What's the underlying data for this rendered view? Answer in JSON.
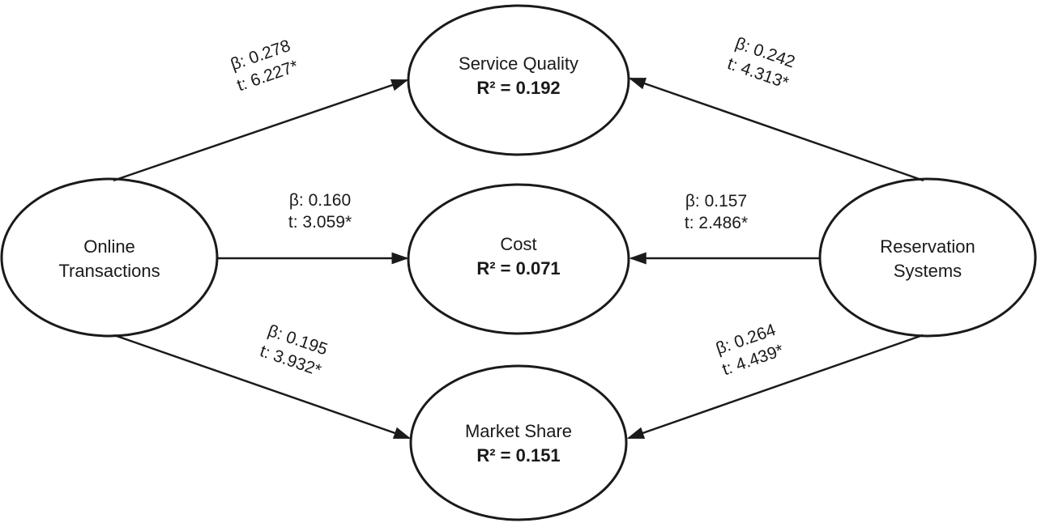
{
  "nodes": {
    "online_transactions": {
      "lines": [
        "Online",
        "Transactions"
      ]
    },
    "reservation_systems": {
      "lines": [
        "Reservation",
        "Systems"
      ]
    },
    "service_quality": {
      "label": "Service Quality",
      "r2": "R² = 0.192"
    },
    "cost": {
      "label": "Cost",
      "r2": "R² = 0.071"
    },
    "market_share": {
      "label": "Market Share",
      "r2": "R² = 0.151"
    }
  },
  "paths": [
    {
      "from": "Online Transactions",
      "to": "Service Quality",
      "beta_label": "β: 0.278",
      "t_label": "t: 6.227*"
    },
    {
      "from": "Online Transactions",
      "to": "Cost",
      "beta_label": "β: 0.160",
      "t_label": "t: 3.059*"
    },
    {
      "from": "Online Transactions",
      "to": "Market Share",
      "beta_label": "β: 0.195",
      "t_label": "t: 3.932*"
    },
    {
      "from": "Reservation Systems",
      "to": "Service Quality",
      "beta_label": "β: 0.242",
      "t_label": "t: 4.313*"
    },
    {
      "from": "Reservation Systems",
      "to": "Cost",
      "beta_label": "β: 0.157",
      "t_label": "t: 2.486*"
    },
    {
      "from": "Reservation Systems",
      "to": "Market Share",
      "beta_label": "β: 0.264",
      "t_label": "t: 4.439*"
    }
  ],
  "colors": {
    "stroke": "#1a1a1a",
    "text": "#1a1a1a",
    "background": "#ffffff"
  }
}
